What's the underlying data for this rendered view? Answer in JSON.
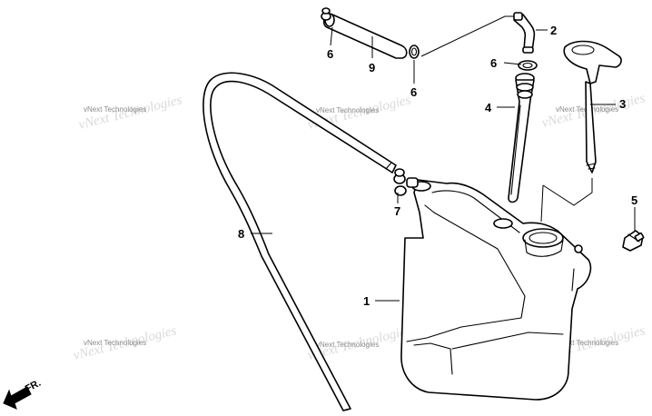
{
  "callouts": [
    {
      "id": "p1",
      "text": "1"
    },
    {
      "id": "p2",
      "text": "2"
    },
    {
      "id": "p3",
      "text": "3"
    },
    {
      "id": "p4",
      "text": "4"
    },
    {
      "id": "p5",
      "text": "5"
    },
    {
      "id": "p6a",
      "text": "6"
    },
    {
      "id": "p6b",
      "text": "6"
    },
    {
      "id": "p6c",
      "text": "6"
    },
    {
      "id": "p7",
      "text": "7"
    },
    {
      "id": "p8",
      "text": "8"
    },
    {
      "id": "p9",
      "text": "9"
    }
  ],
  "watermark": {
    "text": "vNext Technologies",
    "colors": {
      "main": "#8a8a8a",
      "ghost": "#d9d9d9"
    }
  },
  "direction": {
    "label": "FR."
  }
}
